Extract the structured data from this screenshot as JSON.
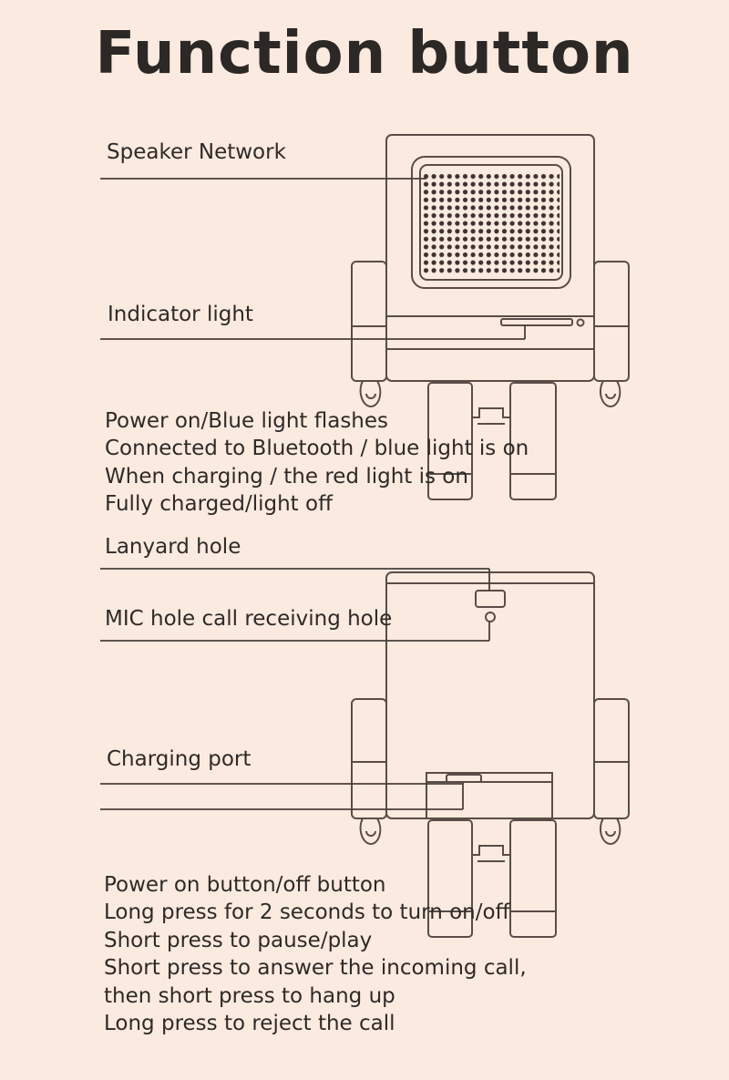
{
  "title": "Function button",
  "labels": {
    "speaker_network": "Speaker Network",
    "indicator_light": "Indicator light",
    "lanyard_hole": "Lanyard hole",
    "mic_hole": "MIC hole call receiving hole",
    "charging_port": "Charging port"
  },
  "indicator_states": [
    "Power on/Blue light flashes",
    "Connected to Bluetooth / blue light is on",
    "When charging / the red light is on",
    "Fully charged/light off"
  ],
  "power_button_notes": [
    "Power on button/off button",
    "Long press for 2 seconds to turn on/off",
    "Short press to pause/play",
    "Short press to answer the incoming call,",
    "then short press to hang up",
    "Long press to reject the call"
  ],
  "colors": {
    "background": "#fbeadf",
    "line": "#5a4c47",
    "text": "#2e2a28"
  }
}
